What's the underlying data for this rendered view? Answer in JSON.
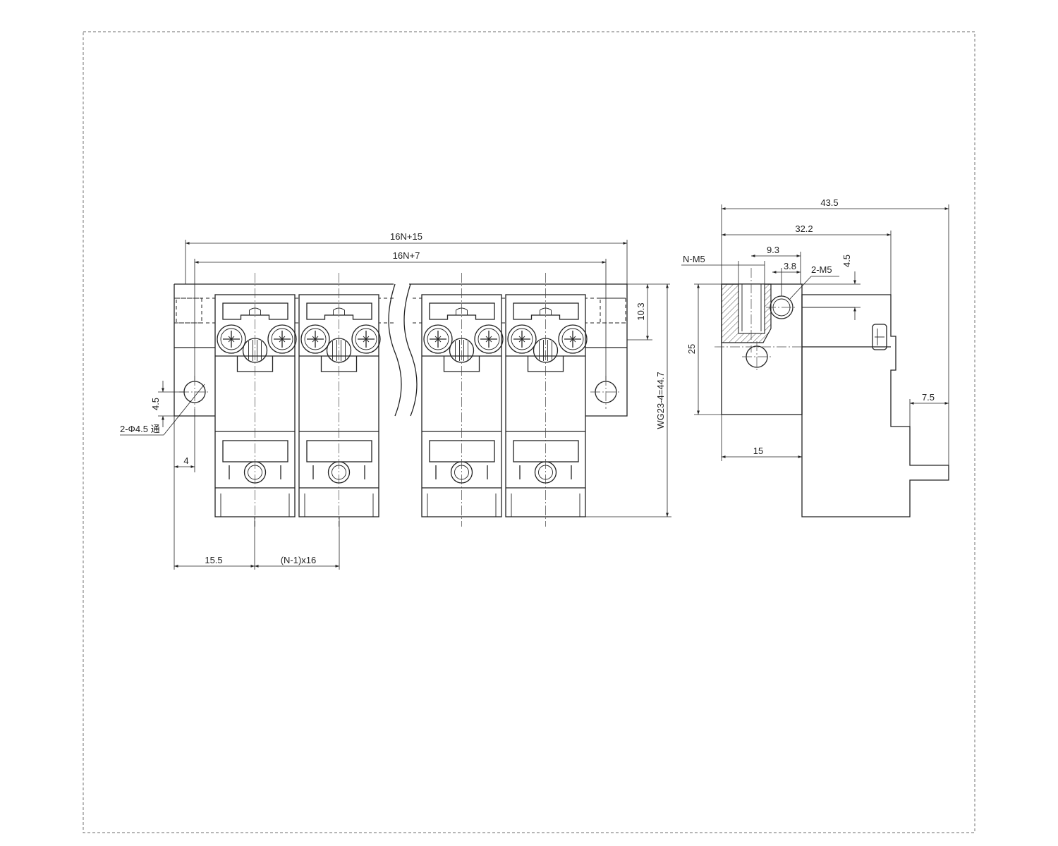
{
  "drawing": {
    "front_view": {
      "dimensions": {
        "overall_length": "16N+15",
        "hole_pitch": "16N+7",
        "height_top": "10.3",
        "total_height": "WG23-4=44.7",
        "hole_offset_v": "4.5",
        "hole_callout": "2-Φ4.5 通",
        "edge_offset": "4",
        "first_pitch": "15.5",
        "pitch_repeat": "(N-1)x16"
      },
      "module_count": 4
    },
    "side_view": {
      "dimensions": {
        "overall_depth": "43.5",
        "body_depth": "32.2",
        "thread_depth": "9.3",
        "thread_callout": "N-M5",
        "screw_offset": "3.8",
        "screw_callout": "2-M5",
        "screw_height": "4.5",
        "block_height": "25",
        "base_depth": "15",
        "step_depth": "7.5"
      }
    }
  },
  "colors": {
    "line": "#222222",
    "frame": "#8a8a8a",
    "hatch": "#444444"
  }
}
